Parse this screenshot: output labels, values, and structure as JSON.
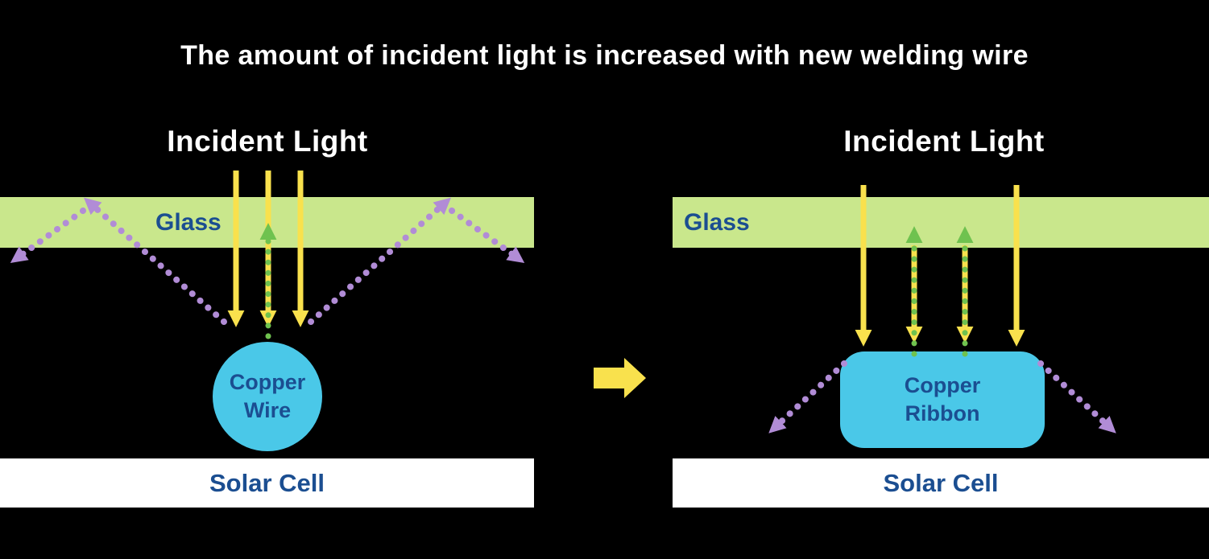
{
  "title": "The amount of incident light is increased with new welding wire",
  "colors": {
    "background": "#000000",
    "title_text": "#ffffff",
    "glass_fill": "#c9e78c",
    "label_text": "#1b4e91",
    "ray_yellow": "#f9e14d",
    "ray_green": "#6fc24f",
    "ray_purple": "#b18cd6",
    "copper_fill": "#4ac8e8",
    "solar_fill": "#ffffff"
  },
  "panels": {
    "left": {
      "heading": "Incident Light",
      "glass_label": "Glass",
      "absorber_label": "Copper Wire",
      "solar_label": "Solar Cell"
    },
    "right": {
      "heading": "Incident Light",
      "glass_label": "Glass",
      "absorber_label": "Copper Ribbon",
      "solar_label": "Solar Cell"
    }
  }
}
